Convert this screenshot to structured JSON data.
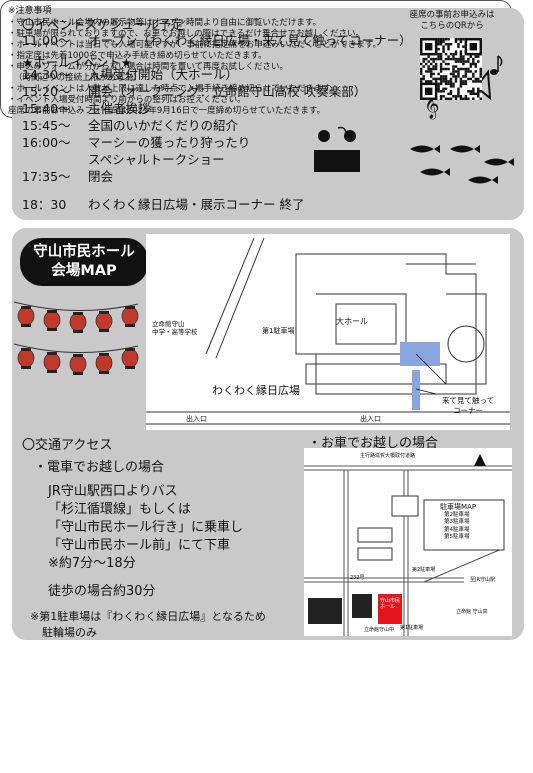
{
  "schedule": {
    "title": "〇イベントスケジュール予定",
    "rows1": [
      {
        "time": "11:00～",
        "text": "オープン（わくわく縁日広場・来て見て触ってコーナー）"
      }
    ],
    "hall_title": "★ホールイベント★",
    "rows2": [
      {
        "time": "14:30～",
        "text": "入場受付開始（大ホール）"
      },
      {
        "time": "15:20～",
        "text": "開会（オープニング：立命館守山高校 吹奏楽部）"
      },
      {
        "time": "15:40～",
        "text": "主催者挨拶"
      },
      {
        "time": "15:45～",
        "text": "全国のいかだくだりの紹介"
      },
      {
        "time": "16:00～",
        "text": "マーシーの獲ったり狩ったり"
      },
      {
        "time": "",
        "text": "スペシャルトークショー"
      },
      {
        "time": "17:35～",
        "text": "閉会"
      }
    ],
    "last": {
      "time": "18：30",
      "text": "わくわく縁日広場・展示コーナー 終了"
    }
  },
  "venue": {
    "badge_line1": "守山市民ホール",
    "badge_line2": "会場MAP",
    "map1": {
      "school": "立命館守山\n中学・高等学校",
      "parking1": "第1駐車場",
      "big_hall": "大ホール",
      "square": "わくわく縁日広場",
      "corner_line1": "来て見て触って",
      "corner_line2": "コーナー",
      "entrance": "出入口",
      "entrance2": "出入口"
    }
  },
  "access": {
    "title": "〇交通アクセス",
    "train_title": "・電車でお越しの場合",
    "lines": [
      "JR守山駅西口よりバス",
      "「杉江循環線」もしくは",
      "「守山市民ホール行き」に乗車し",
      "「守山市民ホール前」にて下車",
      "※約7分～18分"
    ],
    "walk": "徒歩の場合約30分",
    "note1": "※第1駐車場は『わくわく縁日広場』となるため",
    "note2": "駐輪場のみ",
    "car_title": "・お車でお越しの場合",
    "map2": {
      "road": "主行路滋賀大橋取付道路",
      "parking_map": "駐車場MAP",
      "p_list": [
        "第2駐車場",
        "第3駐車場",
        "第4駐車場",
        "第5駐車場"
      ],
      "moriyama_hall": "守山市民ホール",
      "p2": "第2駐車場",
      "p1": "第1駐車場",
      "moriyama_mid": "立命館守山中",
      "station": "至JR守山駅",
      "school_small": "立命館 守山高",
      "route": "232号"
    }
  },
  "notes": {
    "title": "※注意事項",
    "lines": [
      "・守山市民ホール会場内の展示物等はオープン時間より自由に御覧いただけます。",
      "・駐車場が限られておりますので、お車でお越しの際はできるだけ乗合せでお越しください。",
      "・ホールイベントは当日でも入場可能ですが、事前に指定席をお申込みいただくことができます。",
      "・指定席は先着1000名で申込み手続き締め切らせていただきます。",
      "・申込みフォームが分からない場合は時間を置いて再度お試しください。",
      "（時間辺りの接続上限がある為）",
      "・ホールイベントは人数が上限に達した時点で入場手続き締め切らせていただきます。",
      "・イベント入場受付時間より前からの整列はお控えください。",
      "座席の事前お申込みフォームは2025年9月16日で一度締め切らせていただきます。"
    ],
    "qr_line1": "座席の事前お申込みは",
    "qr_line2": "こちらのQRから"
  },
  "colors": {
    "panel": "#c9c9c9",
    "lantern": "#c0392b",
    "highlight": "#e8141b",
    "blue": "#8aa4e0"
  }
}
